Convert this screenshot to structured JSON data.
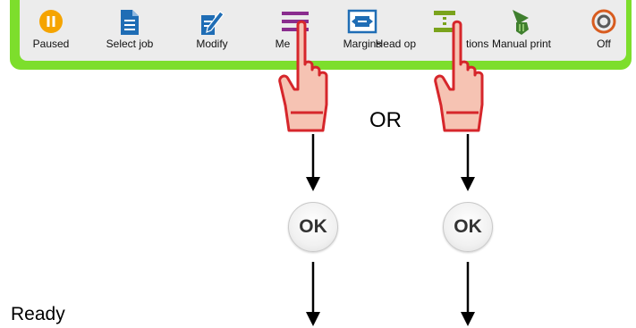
{
  "toolbar": {
    "accent_color": "#7dde2c",
    "buttons": [
      {
        "label": "Paused",
        "icon": "pause-icon",
        "color": "#f5a400"
      },
      {
        "label": "Select job",
        "icon": "document-icon",
        "color": "#1f6db5"
      },
      {
        "label": "Modify",
        "icon": "edit-document-icon",
        "color": "#1f6db5"
      },
      {
        "label": "Me",
        "icon": "menu-lines-icon",
        "color": "#8a2d8e"
      },
      {
        "label": "Margins",
        "icon": "margins-icon",
        "color": "#1f6db5"
      },
      {
        "label": "Head op",
        "label_tail": "tions",
        "icon": "head-options-icon",
        "color": "#7aa31c"
      },
      {
        "label": "Manual print",
        "icon": "manual-print-icon",
        "color": "#3f7f2e"
      },
      {
        "label": "Off",
        "icon": "power-off-icon",
        "color": "#d85c1f"
      }
    ]
  },
  "overlay": {
    "or_text": "OR",
    "ok_label": "OK",
    "hand_icon": "pointing-hand-icon",
    "hand_color": "#f6c3b3",
    "hand_outline": "#d6262b"
  },
  "status": {
    "ready_text": "Ready"
  }
}
